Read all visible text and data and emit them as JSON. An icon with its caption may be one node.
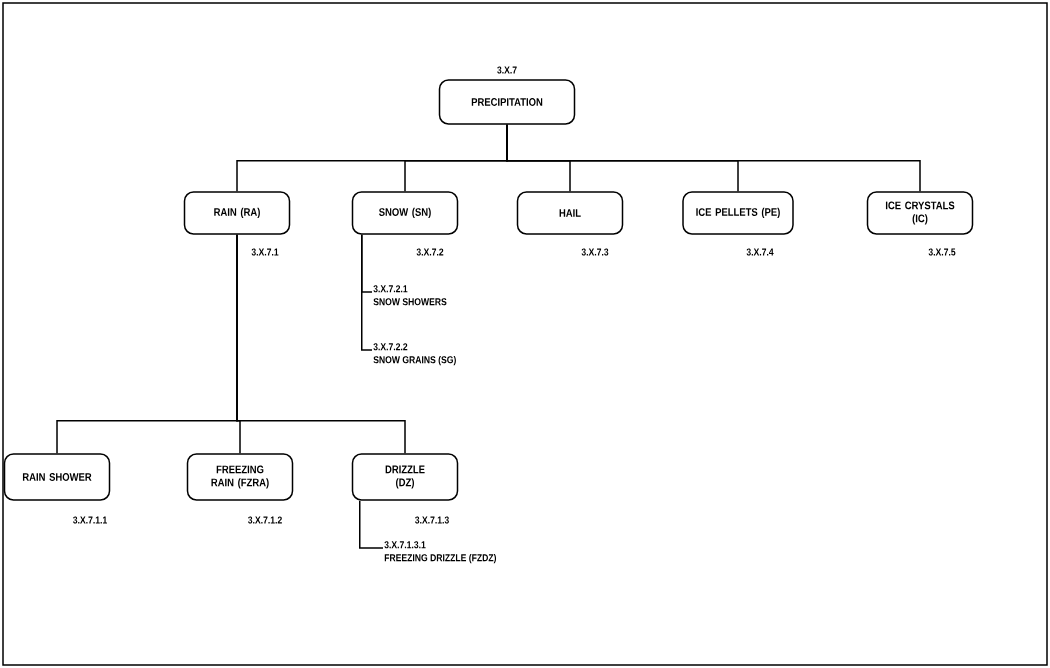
{
  "diagram": {
    "nodes": [
      {
        "text": [
          "PRECIPITATION"
        ],
        "beside": [
          "3.X.7"
        ]
      },
      {
        "text": [
          "RAIN (RA)"
        ],
        "beside": [
          "3.X.7.1"
        ]
      },
      {
        "text": [
          "SNOW (SN)"
        ],
        "beside": [
          "3.X.7.2"
        ]
      },
      {
        "text": [
          "HAIL"
        ],
        "beside": [
          "3.X.7.3"
        ]
      },
      {
        "text": [
          "ICE PELLETS (PE)"
        ],
        "beside": [
          "3.X.7.4"
        ]
      },
      {
        "text": [
          "ICE CRYSTALS (IC)"
        ],
        "beside": [
          "3.X.7.5"
        ]
      },
      {
        "text": [
          "3.X.7.2.1",
          "SNOW SHOWERS"
        ]
      },
      {
        "text": [
          "3.X.7.2.2",
          "SNOW GRAINS (SG)"
        ]
      },
      {
        "text": [
          "RAIN SHOWER"
        ],
        "beside": [
          "3.X.7.1.1"
        ]
      },
      {
        "text": [
          "FREEZING RAIN (FZRA)"
        ],
        "beside": [
          "3.X.7.1.2"
        ]
      },
      {
        "text": [
          "DRIZZLE (DZ)"
        ],
        "beside": [
          "3.X.7.1.3"
        ]
      },
      {
        "text": [
          "3.X.7.1.3.1",
          "FREEZING DRIZZLE (FZDZ)"
        ]
      }
    ],
    "edges": [
      {
        "from": 0,
        "to": 1,
        "arrow": "none"
      },
      {
        "from": 0,
        "to": 2,
        "arrow": "none"
      },
      {
        "from": 0,
        "to": 3,
        "arrow": "none"
      },
      {
        "from": 0,
        "to": 4,
        "arrow": "none"
      },
      {
        "from": 0,
        "to": 5,
        "arrow": "none"
      },
      {
        "from": 2,
        "to": 6,
        "arrow": "none"
      },
      {
        "from": 2,
        "to": 7,
        "arrow": "none"
      },
      {
        "from": 1,
        "to": 8,
        "arrow": "none"
      },
      {
        "from": 1,
        "to": 9,
        "arrow": "none"
      },
      {
        "from": 1,
        "to": 10,
        "arrow": "none"
      },
      {
        "from": 10,
        "to": 11,
        "arrow": "none"
      }
    ]
  }
}
